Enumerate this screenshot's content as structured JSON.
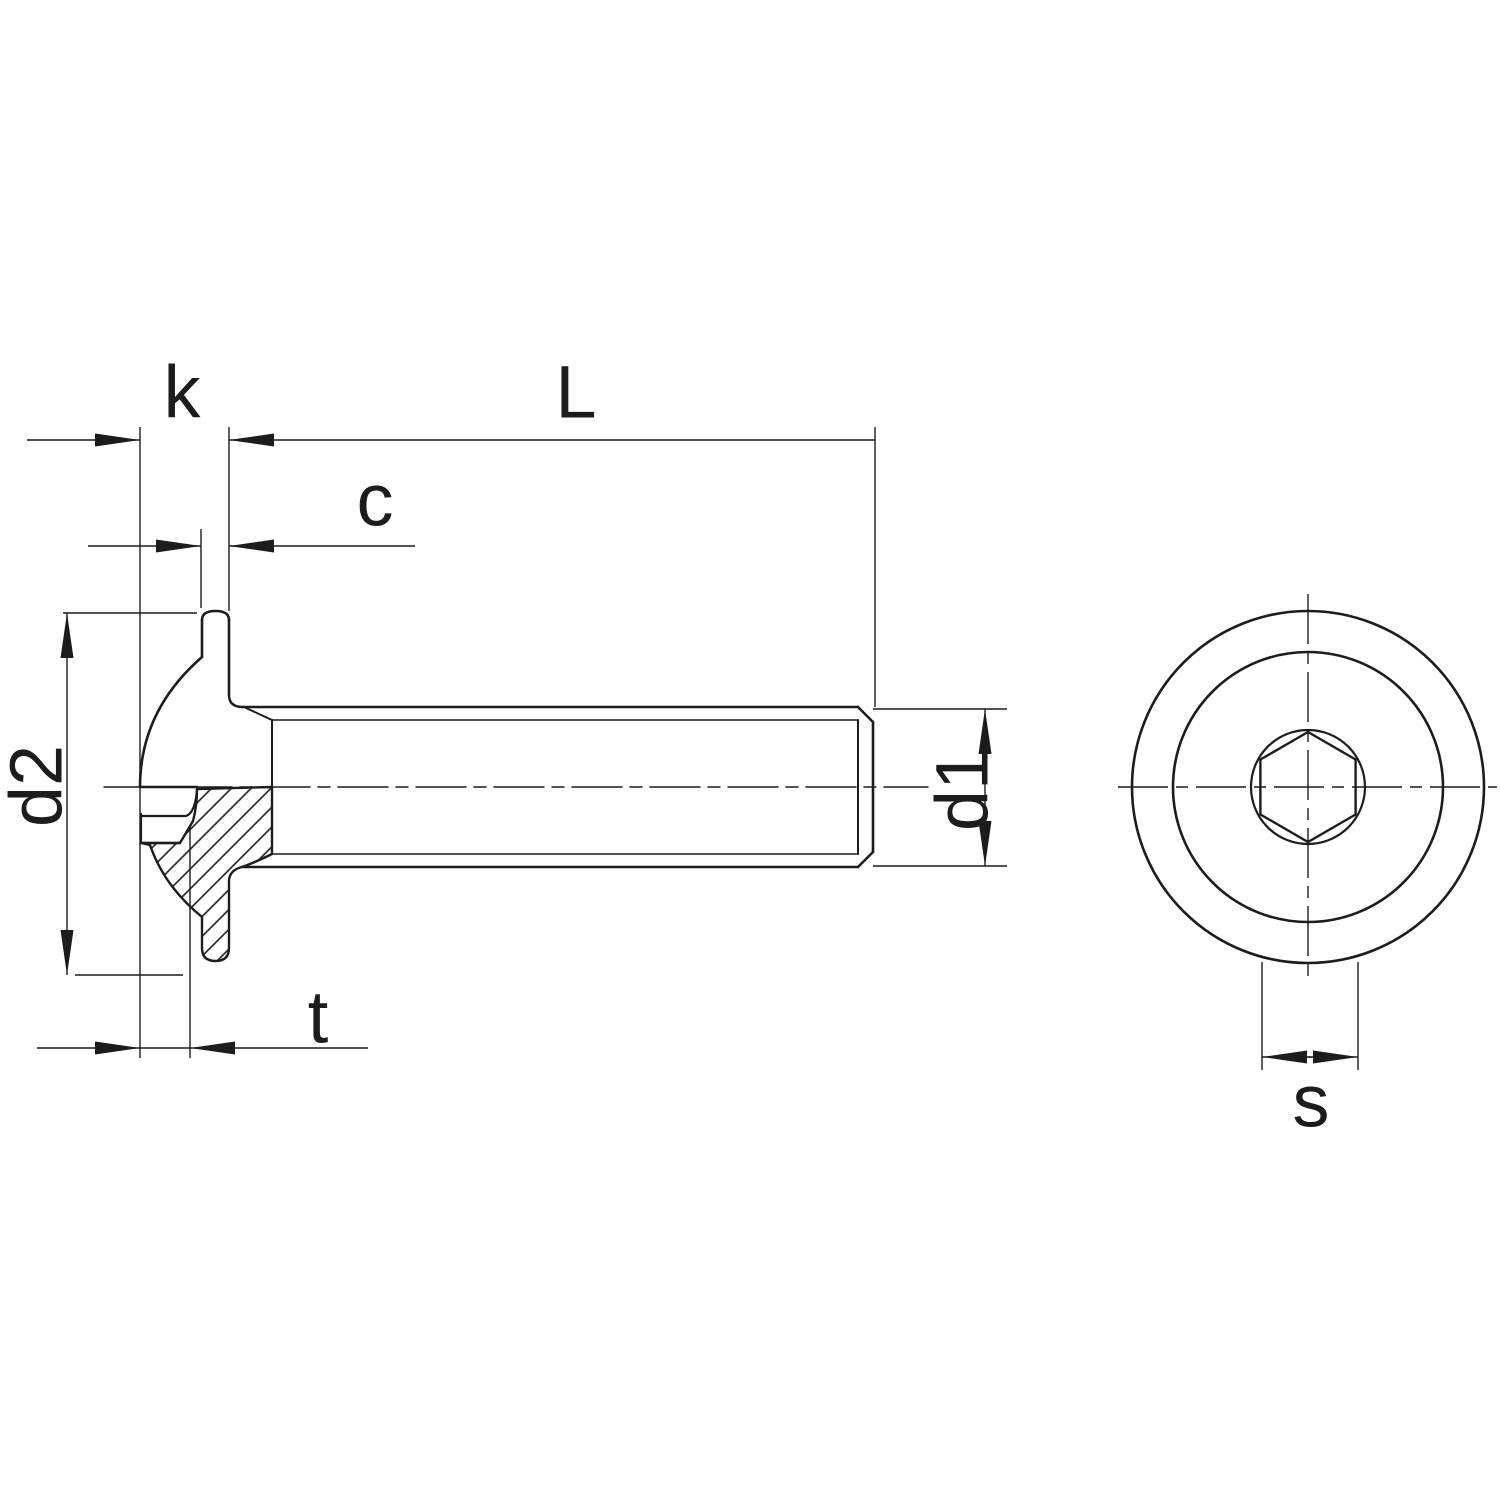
{
  "drawing": {
    "type": "technical-drawing",
    "subject": "flanged button head socket screw, side section view and end view",
    "colors": {
      "ink": "#1c1c1c",
      "background": "#ffffff"
    },
    "dimensions": {
      "k": "k",
      "L": "L",
      "c": "c",
      "d2": "d2",
      "t": "t",
      "d1": "d1",
      "s": "s"
    }
  }
}
